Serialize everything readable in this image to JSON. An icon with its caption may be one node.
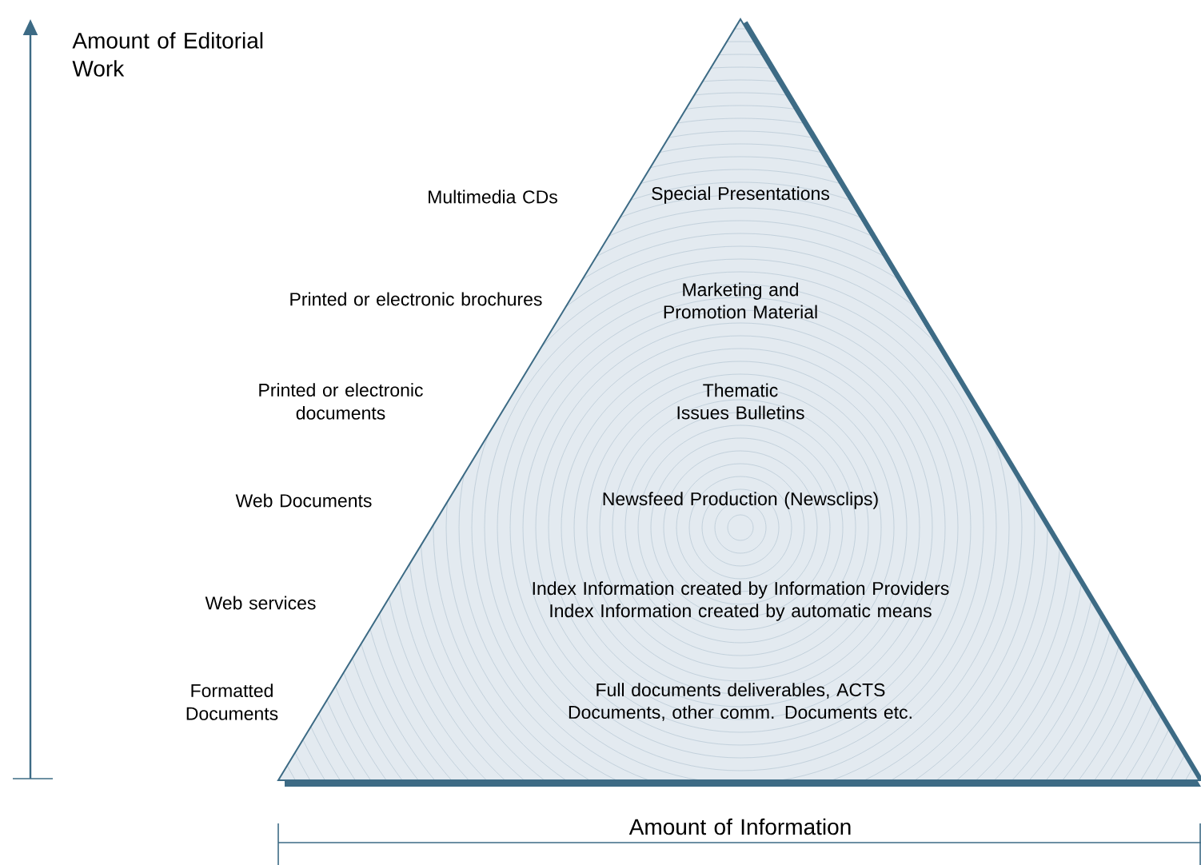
{
  "diagram": {
    "nodes": [
      {
        "text": [
          "Special Presentations",
          "Marketing and Promotion Material",
          "Thematic Issues Bulletins",
          "Newsfeed Production (Newsclips)",
          "Index Information created by Information Providers Index Information created by automatic means",
          "Full documents deliverables, ACTS Documents, other comm. Documents etc."
        ]
      }
    ],
    "edges": [],
    "labels": [
      "Amount of Editorial Work",
      "Multimedia CDs",
      "Printed or electronic brochures",
      "Printed or electronic documents",
      "Web Documents",
      "Web services",
      "Formatted Documents",
      "Amount of Information"
    ]
  }
}
